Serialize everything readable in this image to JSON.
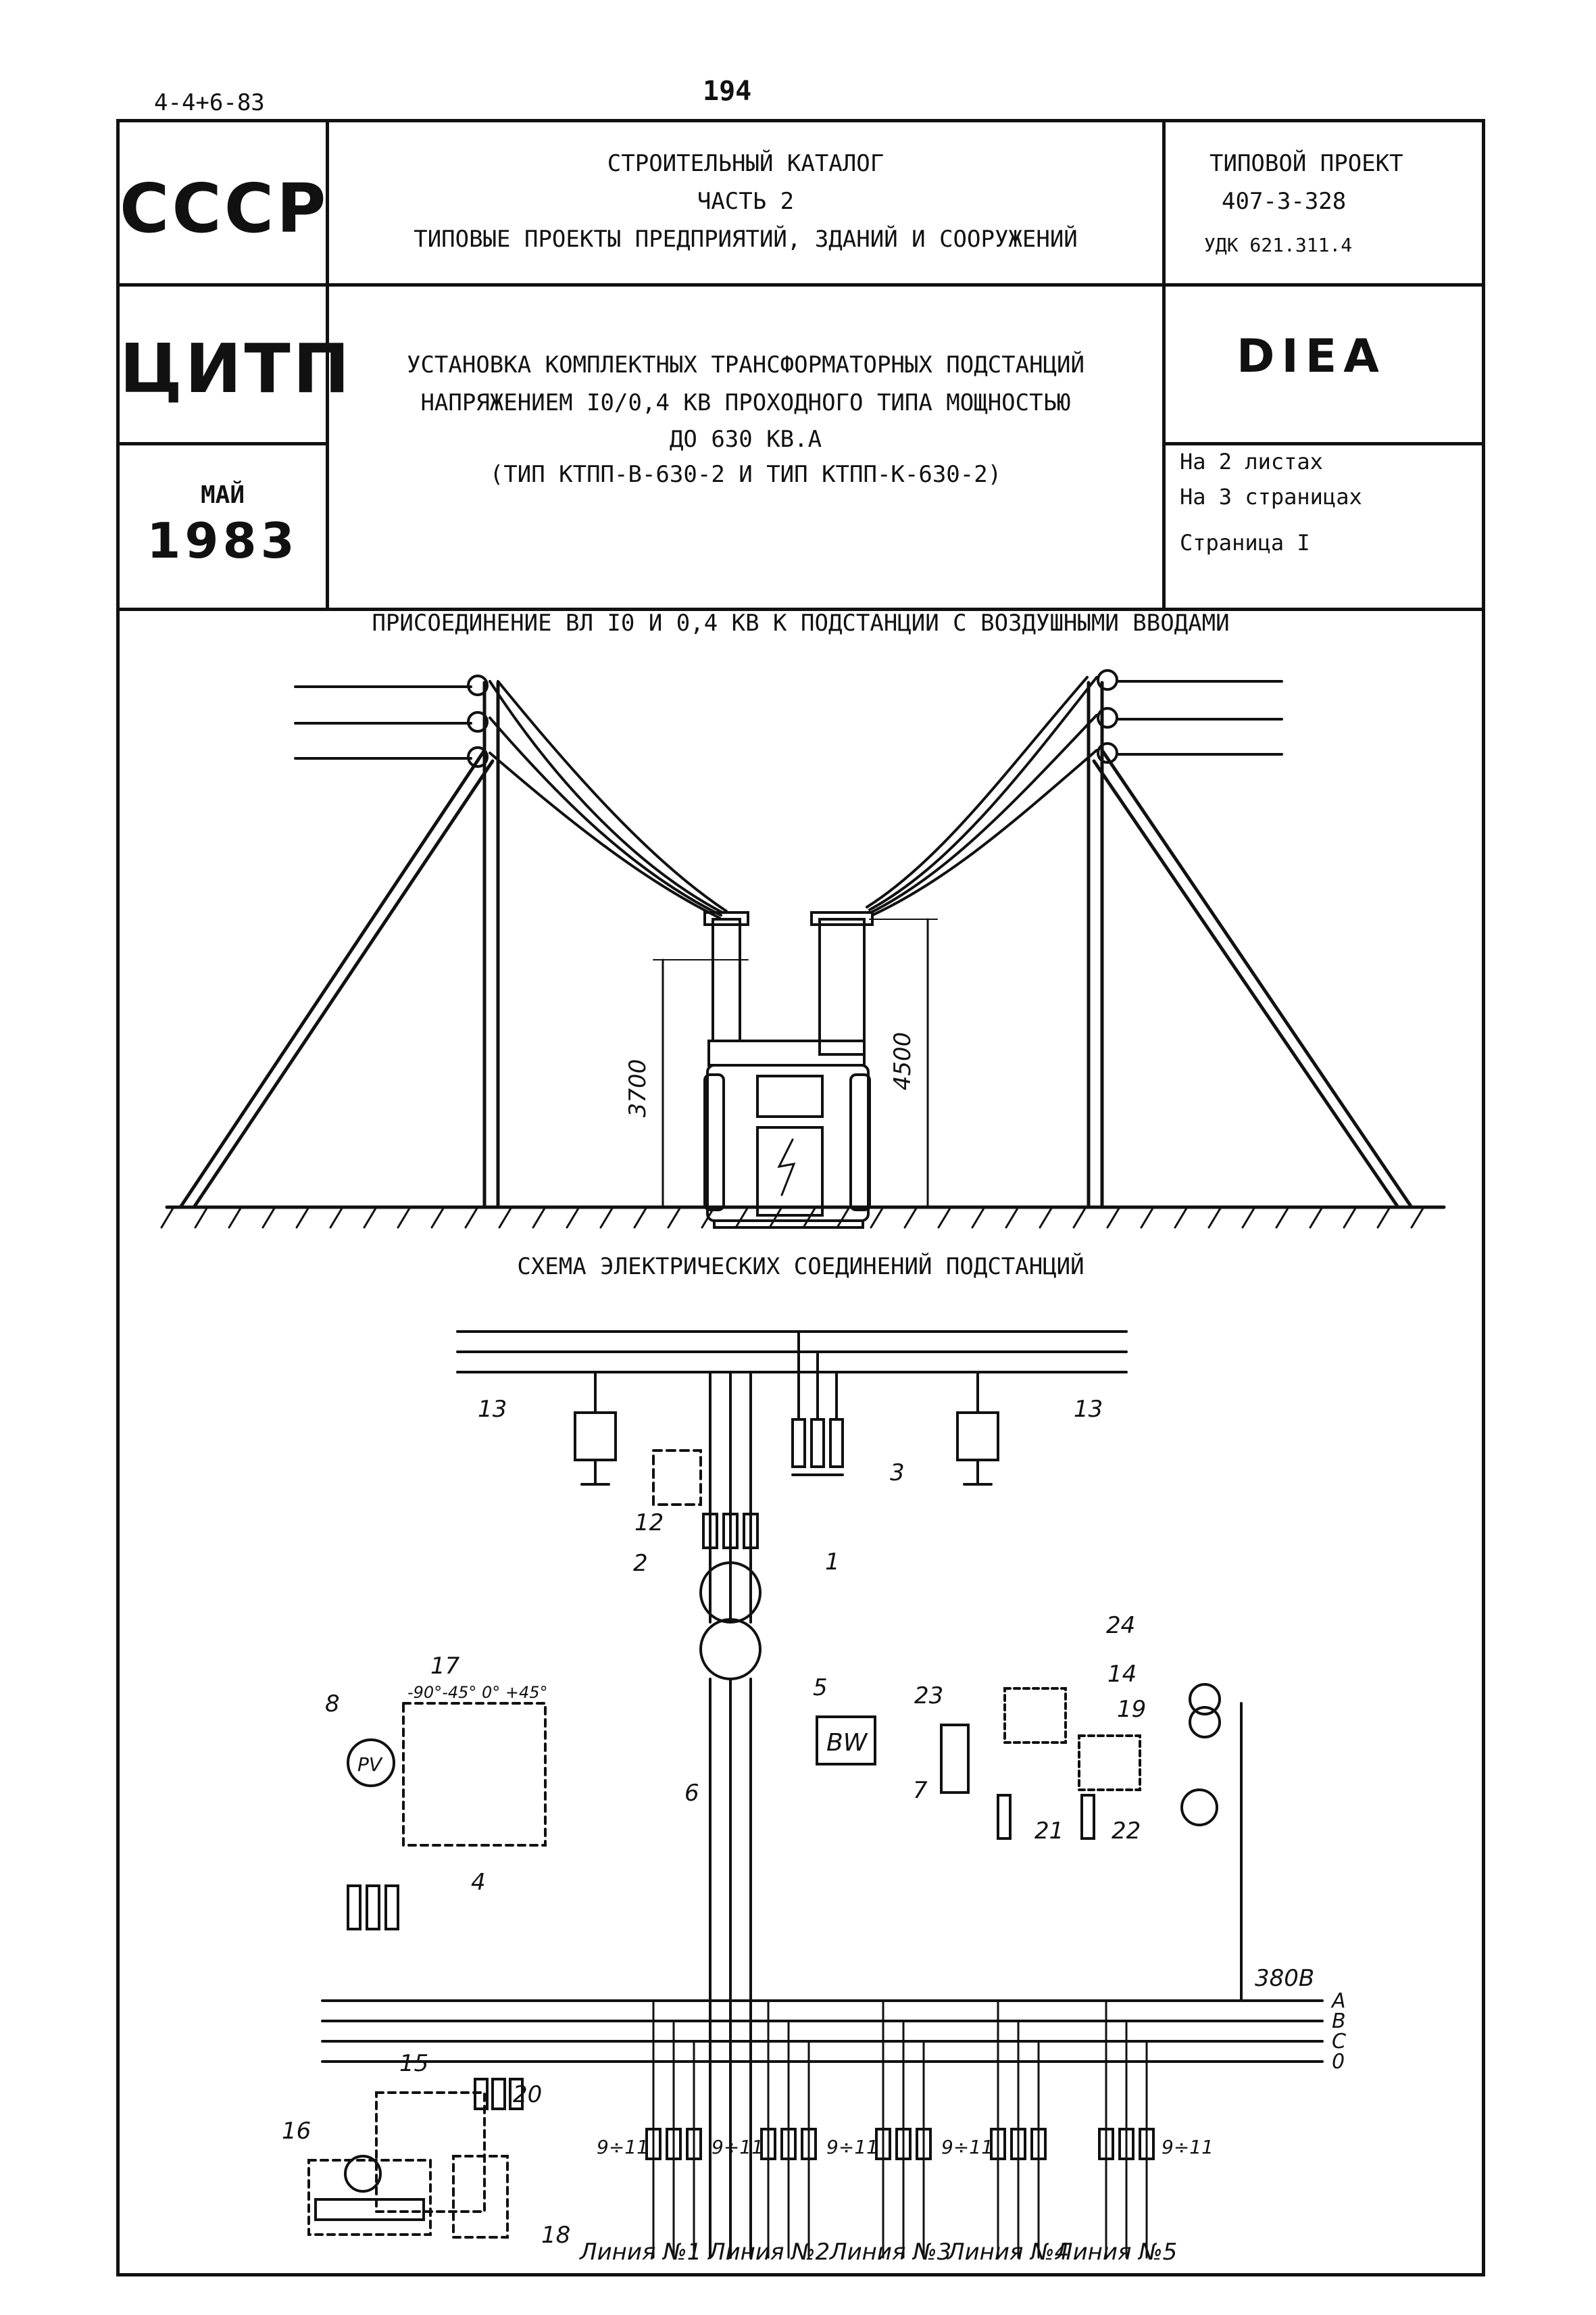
{
  "top": {
    "doc_code": "4-4+6-83",
    "page_number": "194"
  },
  "header": {
    "org1": "СССР",
    "org2": "ЦИТП",
    "month": "МАЙ",
    "year": "1983",
    "catalog_line1": "СТРОИТЕЛЬНЫЙ КАТАЛОГ",
    "catalog_line2": "ЧАСТЬ 2",
    "catalog_line3": "ТИПОВЫЕ ПРОЕКТЫ ПРЕДПРИЯТИЙ, ЗДАНИЙ И СООРУЖЕНИЙ",
    "project_label": "ТИПОВОЙ ПРОЕКТ",
    "project_number": "407-3-328",
    "udk": "УДК 621.311.4",
    "title_line1": "УСТАНОВКА КОМПЛЕКТНЫХ ТРАНСФОРМАТОРНЫХ ПОДСТАНЦИЙ",
    "title_line2": "НАПРЯЖЕНИЕМ I0/0,4 КВ ПРОХОДНОГО ТИПА МОЩНОСТЬЮ",
    "title_line3": "ДО 630 КВ.А",
    "title_line4": "(ТИП КТПП-В-630-2 И ТИП КТПП-К-630-2)",
    "code": "DIEA",
    "sheets": "На 2 листах",
    "pages": "На 3 страницах",
    "page": "Страница I"
  },
  "drawing1": {
    "title": "ПРИСОЕДИНЕНИЕ ВЛ I0 И 0,4 КВ К ПОДСТАНЦИИ С ВОЗДУШНЫМИ ВВОДАМИ",
    "dim_left": "3700",
    "dim_right": "4500"
  },
  "drawing2": {
    "title": "СХЕМА ЭЛЕКТРИЧЕСКИХ СОЕДИНЕНИЙ ПОДСТАНЦИЙ",
    "labels": {
      "l13a": "13",
      "l13b": "13",
      "l3": "3",
      "l12": "12",
      "l2": "2",
      "l1": "1",
      "l17": "17",
      "l8": "8",
      "l24": "24",
      "l14": "14",
      "l5": "5",
      "l23": "23",
      "l19": "19",
      "l7": "7",
      "l6": "6",
      "l4": "4",
      "l21": "21",
      "l22": "22",
      "l15": "15",
      "l20": "20",
      "l16": "16",
      "l18": "18",
      "pv": "PV",
      "bw": "BW",
      "angles": "-90°-45° 0° +45°",
      "range": "9÷11",
      "voltage": "380В",
      "phase_a": "A",
      "phase_b": "B",
      "phase_c": "C",
      "phase_0": "0"
    },
    "lines": [
      "Линия №1",
      "Линия №2",
      "Линия №3",
      "Линия №4",
      "Линия №5"
    ]
  }
}
